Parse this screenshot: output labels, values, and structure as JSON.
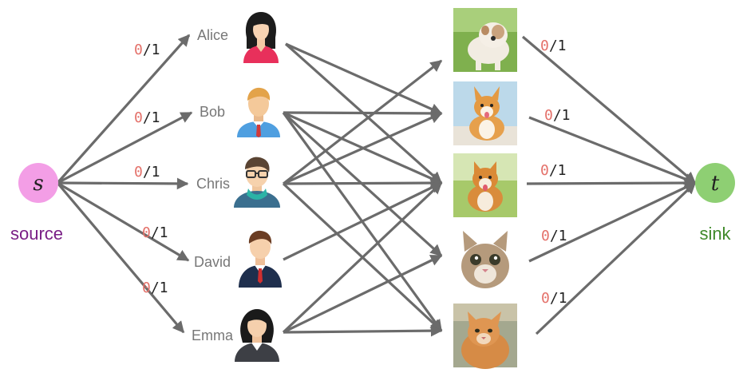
{
  "source": {
    "letter": "s",
    "label": "source",
    "color": "#f39ee6",
    "label_color": "#7a1f86"
  },
  "sink": {
    "letter": "t",
    "label": "sink",
    "color": "#8ecf73",
    "label_color": "#3f8a2a"
  },
  "people": [
    {
      "name": "Alice",
      "icon": "woman-avatar-icon"
    },
    {
      "name": "Bob",
      "icon": "man-blue-shirt-avatar-icon"
    },
    {
      "name": "Chris",
      "icon": "man-glasses-avatar-icon"
    },
    {
      "name": "David",
      "icon": "man-suit-avatar-icon"
    },
    {
      "name": "Emma",
      "icon": "woman-suit-avatar-icon"
    }
  ],
  "pets": [
    {
      "icon": "bulldog-photo-icon"
    },
    {
      "icon": "corgi-photo-icon"
    },
    {
      "icon": "shiba-photo-icon"
    },
    {
      "icon": "cat-tabby-photo-icon"
    },
    {
      "icon": "cat-orange-photo-icon"
    }
  ],
  "source_edges": [
    {
      "flow": "0",
      "capacity": "/1"
    },
    {
      "flow": "0",
      "capacity": "/1"
    },
    {
      "flow": "0",
      "capacity": "/1"
    },
    {
      "flow": "0",
      "capacity": "/1"
    },
    {
      "flow": "0",
      "capacity": "/1"
    }
  ],
  "sink_edges": [
    {
      "flow": "0",
      "capacity": "/1"
    },
    {
      "flow": "0",
      "capacity": "/1"
    },
    {
      "flow": "0",
      "capacity": "/1"
    },
    {
      "flow": "0",
      "capacity": "/1"
    },
    {
      "flow": "0",
      "capacity": "/1"
    }
  ],
  "middle_edges": [
    {
      "from": "Alice",
      "to": 1
    },
    {
      "from": "Alice",
      "to": 2
    },
    {
      "from": "Bob",
      "to": 1
    },
    {
      "from": "Bob",
      "to": 2
    },
    {
      "from": "Bob",
      "to": 3
    },
    {
      "from": "Bob",
      "to": 4
    },
    {
      "from": "Chris",
      "to": 0
    },
    {
      "from": "Chris",
      "to": 1
    },
    {
      "from": "Chris",
      "to": 2
    },
    {
      "from": "Chris",
      "to": 4
    },
    {
      "from": "David",
      "to": 2
    },
    {
      "from": "Emma",
      "to": 2
    },
    {
      "from": "Emma",
      "to": 3
    },
    {
      "from": "Emma",
      "to": 4
    }
  ],
  "edge_color": "#6b6b6b",
  "flow_color": "#e4716a"
}
